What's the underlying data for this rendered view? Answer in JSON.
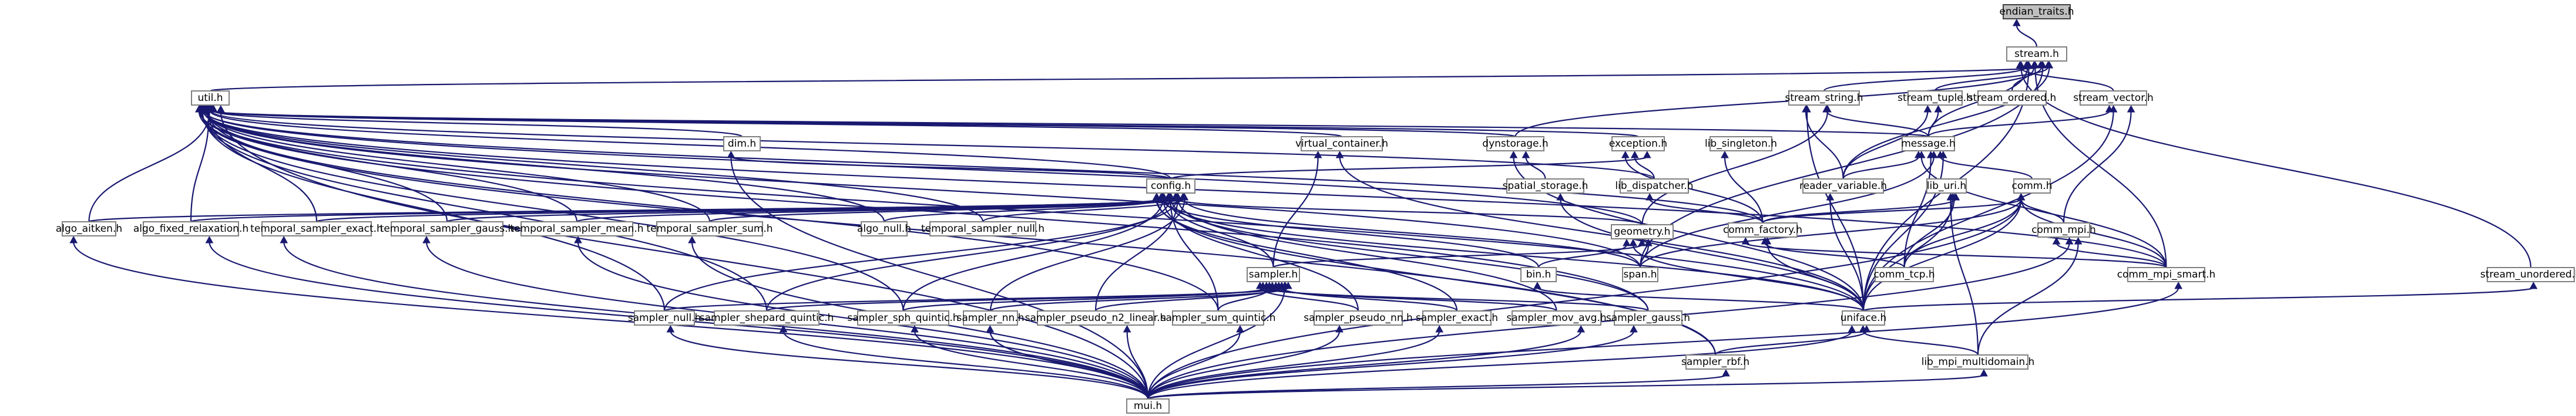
{
  "nodes": {
    "endian_traits": "endian_traits.h",
    "stream": "stream.h",
    "util": "util.h",
    "stream_string": "stream_string.h",
    "stream_tuple": "stream_tuple.h",
    "stream_ordered": "stream_ordered.h",
    "stream_vector": "stream_vector.h",
    "dim": "dim.h",
    "virtual_container": "virtual_container.h",
    "dynstorage": "dynstorage.h",
    "exception": "exception.h",
    "lib_singleton": "lib_singleton.h",
    "message": "message.h",
    "config": "config.h",
    "spatial_storage": "spatial_storage.h",
    "lib_dispatcher": "lib_dispatcher.h",
    "reader_variable": "reader_variable.h",
    "lib_uri": "lib_uri.h",
    "comm": "comm.h",
    "algo_aitken": "algo_aitken.h",
    "algo_fixed_relaxation": "algo_fixed_relaxation.h",
    "temporal_sampler_exact": "temporal_sampler_exact.h",
    "temporal_sampler_gauss": "temporal_sampler_gauss.h",
    "temporal_sampler_mean": "temporal_sampler_mean.h",
    "temporal_sampler_sum": "temporal_sampler_sum.h",
    "algo_null": "algo_null.h",
    "temporal_sampler_null": "temporal_sampler_null.h",
    "geometry": "geometry.h",
    "comm_factory": "comm_factory.h",
    "comm_mpi": "comm_mpi.h",
    "sampler": "sampler.h",
    "bin": "bin.h",
    "span": "span.h",
    "comm_tcp": "comm_tcp.h",
    "comm_mpi_smart": "comm_mpi_smart.h",
    "stream_unordered": "stream_unordered.h",
    "sampler_null": "sampler_null.h",
    "sampler_shepard_quintic": "sampler_shepard_quintic.h",
    "sampler_sph_quintic": "sampler_sph_quintic.h",
    "sampler_nn": "sampler_nn.h",
    "sampler_pseudo_n2_linear": "sampler_pseudo_n2_linear.h",
    "sampler_sum_quintic": "sampler_sum_quintic.h",
    "sampler_pseudo_nn": "sampler_pseudo_nn.h",
    "sampler_exact": "sampler_exact.h",
    "sampler_moving_average": "sampler_mov_avg.h",
    "sampler_gauss": "sampler_gauss.h",
    "uniface": "uniface.h",
    "sampler_rbf": "sampler_rbf.h",
    "lib_mpi_multidomain": "lib_mpi_multidomain.h",
    "mui": "mui.h"
  },
  "root": "endian_traits",
  "colors": {
    "node_fill": "#ffffff",
    "node_border": "#808080",
    "root_fill": "#bfbfbf",
    "root_border": "#404040",
    "edge": "#191970",
    "text": "#000000"
  },
  "edges": [
    [
      "stream",
      "endian_traits"
    ],
    [
      "util",
      "stream"
    ],
    [
      "stream_string",
      "stream"
    ],
    [
      "stream_tuple",
      "stream"
    ],
    [
      "stream_ordered",
      "stream"
    ],
    [
      "stream_vector",
      "stream"
    ],
    [
      "dynstorage",
      "stream"
    ],
    [
      "message",
      "stream"
    ],
    [
      "reader_variable",
      "stream"
    ],
    [
      "comm_mpi_smart",
      "stream"
    ],
    [
      "stream_unordered",
      "stream"
    ],
    [
      "span",
      "stream"
    ],
    [
      "uniface",
      "stream"
    ],
    [
      "dim",
      "util"
    ],
    [
      "virtual_container",
      "util"
    ],
    [
      "dynstorage",
      "util"
    ],
    [
      "exception",
      "util"
    ],
    [
      "lib_dispatcher",
      "util"
    ],
    [
      "message",
      "util"
    ],
    [
      "config",
      "util"
    ],
    [
      "algo_aitken",
      "util"
    ],
    [
      "algo_fixed_relaxation",
      "util"
    ],
    [
      "temporal_sampler_exact",
      "util"
    ],
    [
      "temporal_sampler_gauss",
      "util"
    ],
    [
      "temporal_sampler_mean",
      "util"
    ],
    [
      "temporal_sampler_sum",
      "util"
    ],
    [
      "algo_null",
      "util"
    ],
    [
      "temporal_sampler_null",
      "util"
    ],
    [
      "geometry",
      "util"
    ],
    [
      "comm_factory",
      "util"
    ],
    [
      "span",
      "util"
    ],
    [
      "comm_mpi_smart",
      "util"
    ],
    [
      "sampler_null",
      "util"
    ],
    [
      "sampler_shepard_quintic",
      "util"
    ],
    [
      "sampler_sph_quintic",
      "util"
    ],
    [
      "sampler_sum_quintic",
      "util"
    ],
    [
      "sampler_gauss",
      "util"
    ],
    [
      "uniface",
      "util"
    ],
    [
      "sampler_rbf",
      "util"
    ],
    [
      "mui",
      "util"
    ],
    [
      "message",
      "stream_string"
    ],
    [
      "reader_variable",
      "stream_string"
    ],
    [
      "geometry",
      "stream_string"
    ],
    [
      "uniface",
      "stream_string"
    ],
    [
      "message",
      "stream_tuple"
    ],
    [
      "reader_variable",
      "stream_tuple"
    ],
    [
      "message",
      "stream_vector"
    ],
    [
      "comm_mpi",
      "stream_vector"
    ],
    [
      "uniface",
      "stream_vector"
    ],
    [
      "config",
      "dim"
    ],
    [
      "mui",
      "dim"
    ],
    [
      "sampler",
      "virtual_container"
    ],
    [
      "uniface",
      "virtual_container"
    ],
    [
      "spatial_storage",
      "dynstorage"
    ],
    [
      "uniface",
      "dynstorage"
    ],
    [
      "lib_dispatcher",
      "exception"
    ],
    [
      "comm_factory",
      "exception"
    ],
    [
      "config",
      "exception"
    ],
    [
      "comm_factory",
      "lib_singleton"
    ],
    [
      "reader_variable",
      "message"
    ],
    [
      "comm",
      "message"
    ],
    [
      "comm_tcp",
      "message"
    ],
    [
      "comm_mpi_smart",
      "message"
    ],
    [
      "uniface",
      "message"
    ],
    [
      "span",
      "message"
    ],
    [
      "uniface",
      "spatial_storage"
    ],
    [
      "comm_factory",
      "lib_dispatcher"
    ],
    [
      "uniface",
      "reader_variable"
    ],
    [
      "comm_factory",
      "lib_uri"
    ],
    [
      "comm_tcp",
      "lib_uri"
    ],
    [
      "uniface",
      "lib_uri"
    ],
    [
      "lib_mpi_multidomain",
      "lib_uri"
    ],
    [
      "comm_factory",
      "comm"
    ],
    [
      "comm_mpi",
      "comm"
    ],
    [
      "comm_tcp",
      "comm"
    ],
    [
      "uniface",
      "comm"
    ],
    [
      "comm_mpi_smart",
      "comm"
    ],
    [
      "span",
      "comm"
    ],
    [
      "mui",
      "comm"
    ],
    [
      "algo_aitken",
      "config"
    ],
    [
      "algo_fixed_relaxation",
      "config"
    ],
    [
      "temporal_sampler_exact",
      "config"
    ],
    [
      "temporal_sampler_gauss",
      "config"
    ],
    [
      "temporal_sampler_mean",
      "config"
    ],
    [
      "temporal_sampler_sum",
      "config"
    ],
    [
      "algo_null",
      "config"
    ],
    [
      "temporal_sampler_null",
      "config"
    ],
    [
      "geometry",
      "config"
    ],
    [
      "sampler",
      "config"
    ],
    [
      "bin",
      "config"
    ],
    [
      "span",
      "config"
    ],
    [
      "sampler_null",
      "config"
    ],
    [
      "sampler_shepard_quintic",
      "config"
    ],
    [
      "sampler_sph_quintic",
      "config"
    ],
    [
      "sampler_nn",
      "config"
    ],
    [
      "sampler_pseudo_n2_linear",
      "config"
    ],
    [
      "sampler_sum_quintic",
      "config"
    ],
    [
      "sampler_pseudo_nn",
      "config"
    ],
    [
      "sampler_exact",
      "config"
    ],
    [
      "sampler_moving_average",
      "config"
    ],
    [
      "sampler_gauss",
      "config"
    ],
    [
      "uniface",
      "config"
    ],
    [
      "sampler_rbf",
      "config"
    ],
    [
      "sampler",
      "geometry"
    ],
    [
      "bin",
      "geometry"
    ],
    [
      "span",
      "geometry"
    ],
    [
      "uniface",
      "geometry"
    ],
    [
      "comm_tcp",
      "comm_factory"
    ],
    [
      "comm_mpi_smart",
      "comm_factory"
    ],
    [
      "uniface",
      "comm_factory"
    ],
    [
      "comm_mpi_smart",
      "comm_mpi"
    ],
    [
      "lib_mpi_multidomain",
      "comm_mpi"
    ],
    [
      "mui",
      "comm_mpi"
    ],
    [
      "sampler_null",
      "sampler"
    ],
    [
      "sampler_shepard_quintic",
      "sampler"
    ],
    [
      "sampler_sph_quintic",
      "sampler"
    ],
    [
      "sampler_nn",
      "sampler"
    ],
    [
      "sampler_pseudo_n2_linear",
      "sampler"
    ],
    [
      "sampler_sum_quintic",
      "sampler"
    ],
    [
      "sampler_pseudo_nn",
      "sampler"
    ],
    [
      "sampler_exact",
      "sampler"
    ],
    [
      "sampler_moving_average",
      "sampler"
    ],
    [
      "sampler_gauss",
      "sampler"
    ],
    [
      "mui",
      "sampler"
    ],
    [
      "uniface",
      "bin"
    ],
    [
      "uniface",
      "stream_unordered"
    ],
    [
      "mui",
      "comm_mpi_smart"
    ],
    [
      "mui",
      "algo_aitken"
    ],
    [
      "mui",
      "algo_fixed_relaxation"
    ],
    [
      "mui",
      "temporal_sampler_exact"
    ],
    [
      "mui",
      "temporal_sampler_gauss"
    ],
    [
      "mui",
      "temporal_sampler_mean"
    ],
    [
      "mui",
      "temporal_sampler_sum"
    ],
    [
      "mui",
      "sampler_null"
    ],
    [
      "mui",
      "sampler_shepard_quintic"
    ],
    [
      "mui",
      "sampler_sph_quintic"
    ],
    [
      "mui",
      "sampler_nn"
    ],
    [
      "mui",
      "sampler_pseudo_n2_linear"
    ],
    [
      "mui",
      "sampler_sum_quintic"
    ],
    [
      "mui",
      "sampler_pseudo_nn"
    ],
    [
      "mui",
      "sampler_exact"
    ],
    [
      "mui",
      "sampler_moving_average"
    ],
    [
      "mui",
      "sampler_gauss"
    ],
    [
      "mui",
      "uniface"
    ],
    [
      "mui",
      "sampler_rbf"
    ],
    [
      "mui",
      "lib_mpi_multidomain"
    ],
    [
      "sampler_rbf",
      "uniface"
    ],
    [
      "lib_mpi_multidomain",
      "uniface"
    ]
  ]
}
